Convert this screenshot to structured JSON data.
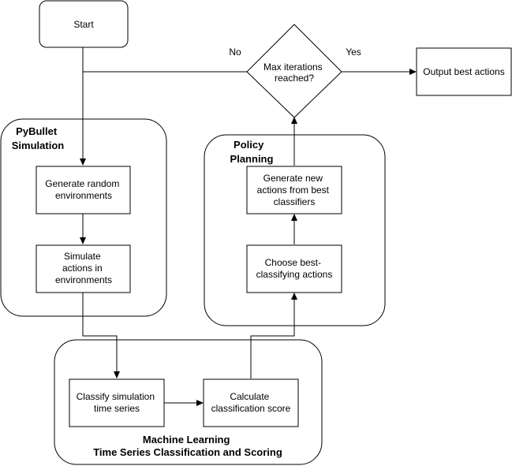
{
  "nodes": {
    "start": "Start",
    "decision": [
      "Max iterations",
      "reached?"
    ],
    "output": "Output best actions",
    "gen_env": [
      "Generate random",
      "environments"
    ],
    "simulate": [
      "Simulate",
      "actions in",
      "environments"
    ],
    "gen_actions": [
      "Generate new",
      "actions from best",
      "classifiers"
    ],
    "choose": [
      "Choose best-",
      "classifying actions"
    ],
    "classify": [
      "Classify simulation",
      "time series"
    ],
    "score": [
      "Calculate",
      "classification score"
    ]
  },
  "groups": {
    "pybullet": [
      "PyBullet",
      "Simulation"
    ],
    "policy": [
      "Policy",
      "Planning"
    ],
    "ml": [
      "Machine Learning",
      "Time Series Classification and Scoring"
    ]
  },
  "edges": {
    "no": "No",
    "yes": "Yes"
  }
}
